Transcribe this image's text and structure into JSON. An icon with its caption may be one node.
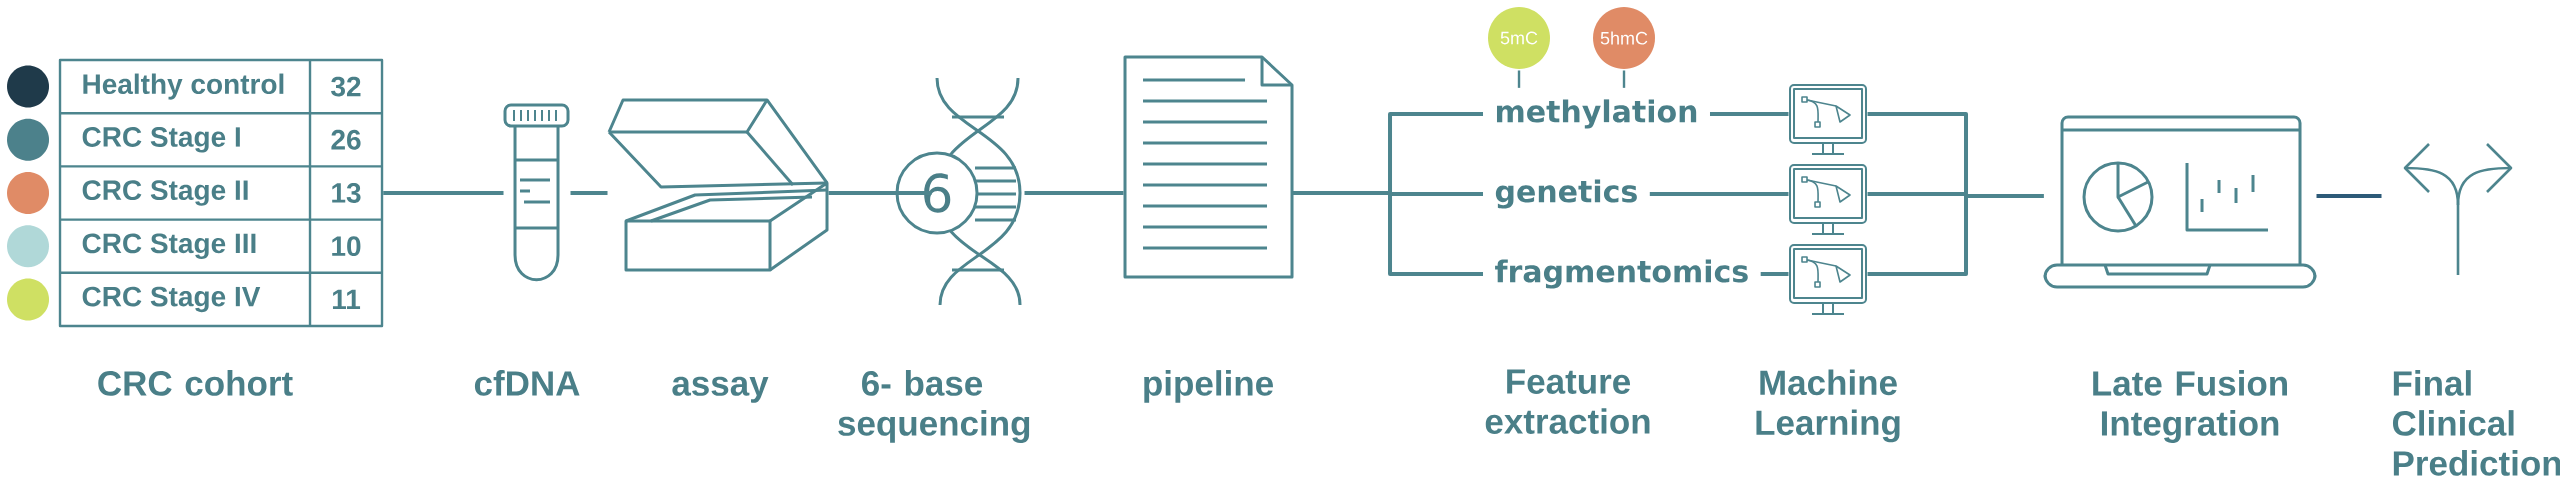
{
  "diagram": {
    "nodes": [
      {
        "text": [
          "CRC cohort"
        ]
      },
      {
        "text": [
          "cfDNA"
        ]
      },
      {
        "text": [
          "assay"
        ]
      },
      {
        "text": [
          "6",
          "6- base sequencing"
        ]
      },
      {
        "text": [
          "pipeline"
        ]
      },
      {
        "text": [
          "methylation"
        ]
      },
      {
        "text": [
          "genetics"
        ]
      },
      {
        "text": [
          "fragmentomics"
        ]
      },
      {
        "text": [
          "5mC"
        ]
      },
      {
        "text": [
          "5hmC"
        ]
      },
      {
        "text": [],
        "shape": "picture"
      },
      {
        "text": [],
        "shape": "picture"
      },
      {
        "text": [],
        "shape": "picture"
      },
      {
        "text": [
          "Late Fusion Integration"
        ]
      },
      {
        "text": [
          "Final Clinical Prediction"
        ]
      }
    ],
    "edges": [
      {
        "from": 0,
        "to": 1,
        "arrow": "none"
      },
      {
        "from": 1,
        "to": 2,
        "arrow": "none"
      },
      {
        "from": 2,
        "to": 3,
        "arrow": "none"
      },
      {
        "from": 3,
        "to": 4,
        "arrow": "none"
      },
      {
        "from": 4,
        "to": 5,
        "arrow": "none"
      },
      {
        "from": 4,
        "to": 6,
        "arrow": "none"
      },
      {
        "from": 4,
        "to": 7,
        "arrow": "none"
      },
      {
        "from": 8,
        "to": 5,
        "arrow": "none"
      },
      {
        "from": 9,
        "to": 5,
        "arrow": "none"
      },
      {
        "from": 5,
        "to": 10,
        "arrow": "none"
      },
      {
        "from": 6,
        "to": 11,
        "arrow": "none"
      },
      {
        "from": 7,
        "to": 12,
        "arrow": "none"
      },
      {
        "from": 10,
        "to": 13,
        "arrow": "none"
      },
      {
        "from": 11,
        "to": 13,
        "arrow": "none"
      },
      {
        "from": 12,
        "to": 13,
        "arrow": "none"
      },
      {
        "from": 13,
        "to": 14,
        "arrow": "none",
        "color": "#2d5a78"
      }
    ],
    "labels": [
      "32",
      "26",
      "13",
      "10",
      "11",
      "Feature extraction",
      "Machine Learning"
    ],
    "legend": [
      {
        "text": "Healthy control",
        "color": "#1f3a4a"
      },
      {
        "text": "CRC Stage I",
        "color": "#4c818b"
      },
      {
        "text": "CRC Stage II",
        "color": "#e08b66"
      },
      {
        "text": "CRC Stage III",
        "color": "#b0d8d8"
      },
      {
        "text": "CRC Stage IV",
        "color": "#cfe063"
      }
    ]
  }
}
